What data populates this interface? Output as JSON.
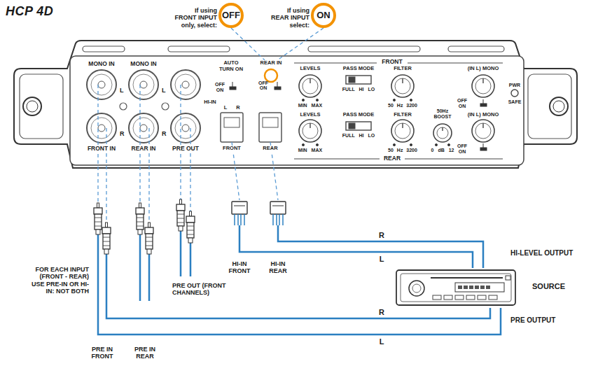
{
  "diagram": {
    "title": "HCP 4D",
    "nodes": [
      {
        "text": [
          "If using FRONT INPUT only, select:",
          "OFF"
        ]
      },
      {
        "text": [
          "If using REAR INPUT select:",
          "ON"
        ]
      },
      {
        "text": [
          "REAR IN",
          "OFF ON"
        ]
      },
      {
        "text": [
          "HI-IN FRONT"
        ]
      },
      {
        "text": [
          "HI-IN REAR"
        ]
      },
      {
        "text": [
          "PRE IN FRONT"
        ]
      },
      {
        "text": [
          "SOURCE"
        ]
      }
    ],
    "edges": [
      {
        "from": 0,
        "to": 2,
        "arrow": "none"
      },
      {
        "from": 1,
        "to": 2,
        "arrow": "none"
      },
      {
        "from": 6,
        "to": 4,
        "label": "R",
        "arrow": "none"
      },
      {
        "from": 6,
        "to": 3,
        "label": "L",
        "arrow": "none"
      },
      {
        "from": 6,
        "to": 5,
        "label": "R",
        "arrow": "none"
      },
      {
        "from": 6,
        "to": 5,
        "label": "L",
        "arrow": "none"
      }
    ],
    "labels": [
      "MONO IN",
      "L",
      "MONO IN",
      "L",
      "R",
      "R",
      "FRONT IN",
      "REAR IN",
      "PRE OUT",
      "AUTO TURN ON",
      "OFF ON",
      "HI-IN",
      "L",
      "R",
      "FRONT",
      "REAR",
      "FRONT",
      "LEVELS",
      "MIN MAX",
      "PASS MODE",
      "FULL HI LO",
      "FILTER",
      "50 Hz 3200",
      "(IN L) MONO",
      "OFF ON",
      "PWR",
      "SAFE",
      "LEVELS",
      "MIN MAX",
      "PASS MODE",
      "FULL HI LO",
      "FILTER",
      "50 Hz 3200",
      "50Hz BOOST",
      "0 dB 12",
      "(IN L) MONO",
      "OFF ON",
      "REAR",
      "FOR EACH INPUT (FRONT - REAR) USE PRE-IN OR HI-IN: NOT BOTH",
      "PRE OUT (FRONT CHANNELS)",
      "PRE IN REAR",
      "HI-LEVEL OUTPUT",
      "PRE OUTPUT"
    ]
  }
}
